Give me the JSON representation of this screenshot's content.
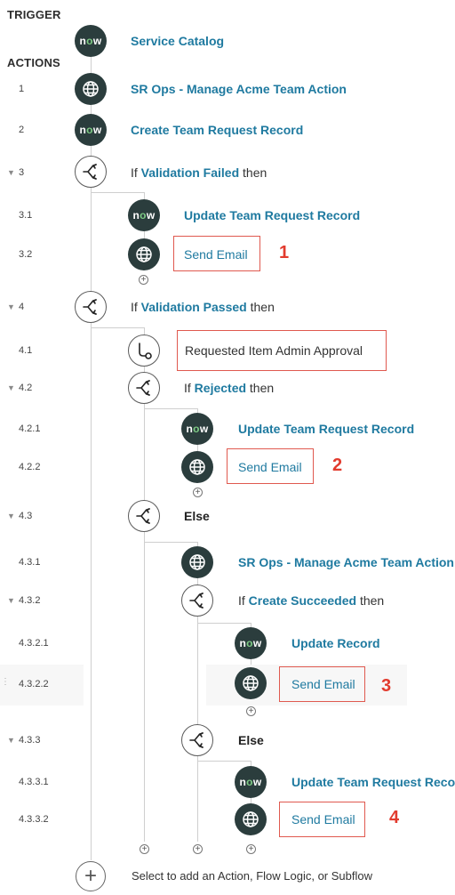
{
  "sections": {
    "trigger": "TRIGGER",
    "actions": "ACTIONS"
  },
  "trigger": {
    "label": "Service Catalog"
  },
  "logo": {
    "now_n": "n",
    "now_o": "o",
    "now_w": "w"
  },
  "rows": {
    "r1": {
      "num": "1",
      "label": "SR Ops - Manage Acme Team Action"
    },
    "r2": {
      "num": "2",
      "label": "Create Team Request Record"
    },
    "r3": {
      "num": "3",
      "if": "If ",
      "cond": "Validation Failed",
      "then": " then"
    },
    "r31": {
      "num": "3.1",
      "label": "Update Team Request Record"
    },
    "r32": {
      "num": "3.2",
      "label": "Send Email"
    },
    "r4": {
      "num": "4",
      "if": "If ",
      "cond": "Validation Passed",
      "then": " then"
    },
    "r41": {
      "num": "4.1",
      "label": "Requested Item Admin Approval"
    },
    "r42": {
      "num": "4.2",
      "if": "If ",
      "cond": "Rejected",
      "then": " then"
    },
    "r421": {
      "num": "4.2.1",
      "label": "Update Team Request Record"
    },
    "r422": {
      "num": "4.2.2",
      "label": "Send Email"
    },
    "r43": {
      "num": "4.3",
      "label": "Else"
    },
    "r431": {
      "num": "4.3.1",
      "label": "SR Ops - Manage Acme Team Action"
    },
    "r432": {
      "num": "4.3.2",
      "if": "If ",
      "cond": "Create Succeeded",
      "then": " then"
    },
    "r4321": {
      "num": "4.3.2.1",
      "label": "Update Record"
    },
    "r4322": {
      "num": "4.3.2.2",
      "label": "Send Email"
    },
    "r433": {
      "num": "4.3.3",
      "label": "Else"
    },
    "r4331": {
      "num": "4.3.3.1",
      "label": "Update Team Request Record"
    },
    "r4332": {
      "num": "4.3.3.2",
      "label": "Send Email"
    }
  },
  "markers": {
    "m1": "1",
    "m2": "2",
    "m3": "3",
    "m4": "4"
  },
  "footer": {
    "add_text": "Select to add an Action, Flow Logic, or Subflow"
  },
  "colors": {
    "link": "#1f7aa0",
    "highlight": "#e0594f",
    "marker": "#e23b2e",
    "now_dark": "#2b3d3d",
    "now_green": "#7ecb85"
  }
}
